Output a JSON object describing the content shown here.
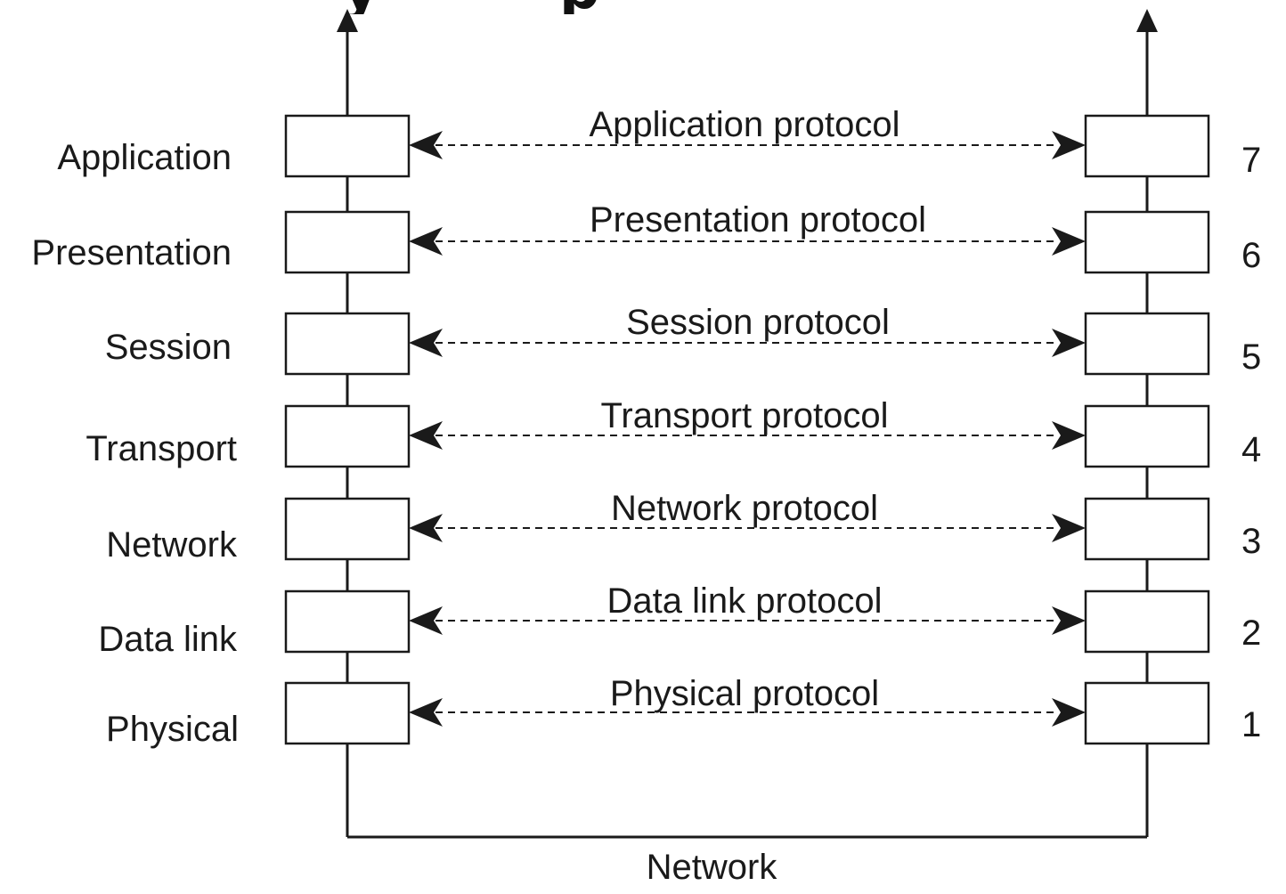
{
  "title_fragment": [
    "y",
    "p"
  ],
  "layers": [
    {
      "name": "Application",
      "protocol": "Application protocol",
      "number": "7"
    },
    {
      "name": "Presentation",
      "protocol": "Presentation protocol",
      "number": "6"
    },
    {
      "name": "Session",
      "protocol": "Session protocol",
      "number": "5"
    },
    {
      "name": "Transport",
      "protocol": "Transport protocol",
      "number": "4"
    },
    {
      "name": "Network",
      "protocol": "Network protocol",
      "number": "3"
    },
    {
      "name": "Data link",
      "protocol": "Data link protocol",
      "number": "2"
    },
    {
      "name": "Physical",
      "protocol": "Physical protocol",
      "number": "1"
    }
  ],
  "network_label": "Network",
  "colors": {
    "line": "#1a1a1a",
    "box_fill": "#ffffff"
  }
}
